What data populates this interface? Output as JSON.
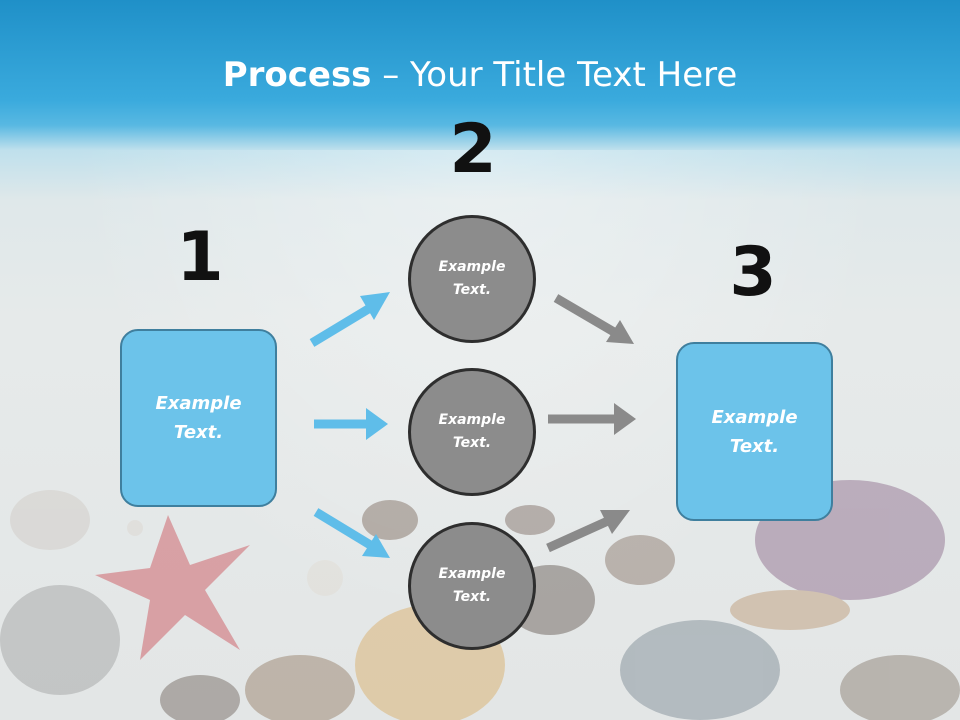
{
  "title": {
    "bold": "Process",
    "rest": " – Your Title Text Here"
  },
  "steps": [
    {
      "number": "1",
      "box_text": "Example\nText."
    },
    {
      "number": "2"
    },
    {
      "number": "3",
      "box_text": "Example\nText."
    }
  ],
  "circles": [
    {
      "text": "Example\nText."
    },
    {
      "text": "Example\nText."
    },
    {
      "text": "Example\nText."
    }
  ],
  "colors": {
    "box_fill": "#6cc3ea",
    "box_border": "#3f7f9e",
    "circle_fill": "#8c8c8c",
    "blue_arrow": "#5fbde9",
    "gray_arrow": "#8a8a8a",
    "sky": "#3aaadd"
  }
}
